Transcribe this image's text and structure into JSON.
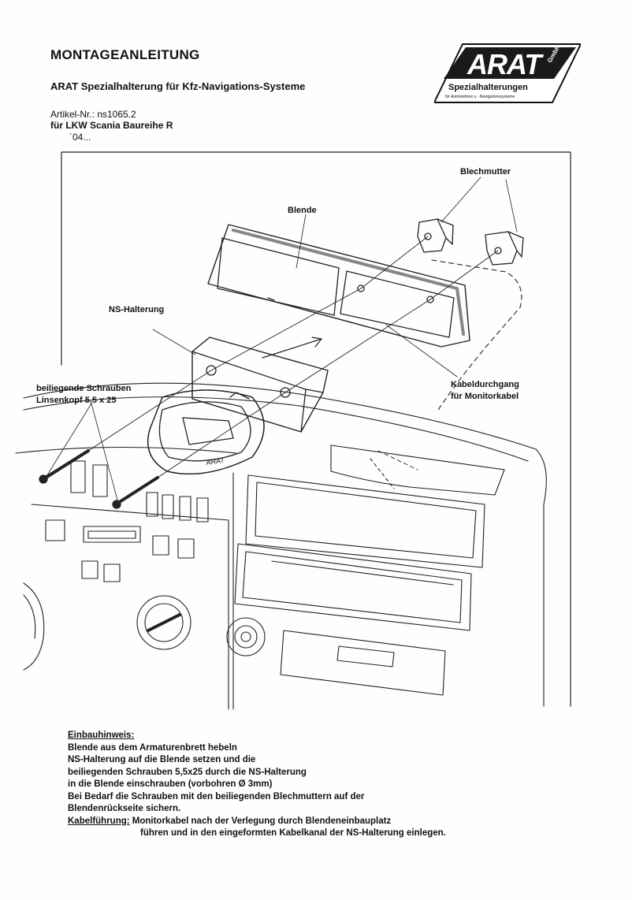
{
  "header": {
    "title": "MONTAGEANLEITUNG",
    "subtitle": "ARAT Spezialhalterung für Kfz-Navigations-Systeme",
    "article": "Artikel-Nr.: ns1065.2",
    "vehicle": "für LKW Scania Baureihe R",
    "year": "´04..."
  },
  "logo": {
    "brand": "ARAT",
    "gmbh": "GmbH",
    "tagline": "Spezialhalterungen",
    "subline": "für Autotelefone u. -Navigationssysteme"
  },
  "labels": {
    "blechmutter": "Blechmutter",
    "blende": "Blende",
    "ns_halterung": "NS-Halterung",
    "schrauben_1": "beiliegende Schrauben",
    "schrauben_2": "Linsenkopf 5,5 x 25",
    "kabel_1": "Kabeldurchgang",
    "kabel_2": "für Monitorkabel",
    "holder_mark": "ARAT"
  },
  "instructions": {
    "heading": "Einbauhinweis:",
    "lines": [
      "Blende aus dem Armaturenbrett hebeln",
      "NS-Halterung auf die Blende setzen und die",
      "beiliegenden Schrauben 5,5x25 durch die NS-Halterung",
      "in die Blende einschrauben (vorbohren Ø 3mm)",
      "Bei Bedarf die Schrauben mit den beiliegenden Blechmuttern auf der",
      "Blendenrückseite sichern."
    ],
    "cable_heading": "Kabelführung:",
    "cable_line1": "Monitorkabel nach der Verlegung durch Blendeneinbauplatz",
    "cable_line2": "führen und in den eingeformten Kabelkanal der NS-Halterung einlegen."
  }
}
